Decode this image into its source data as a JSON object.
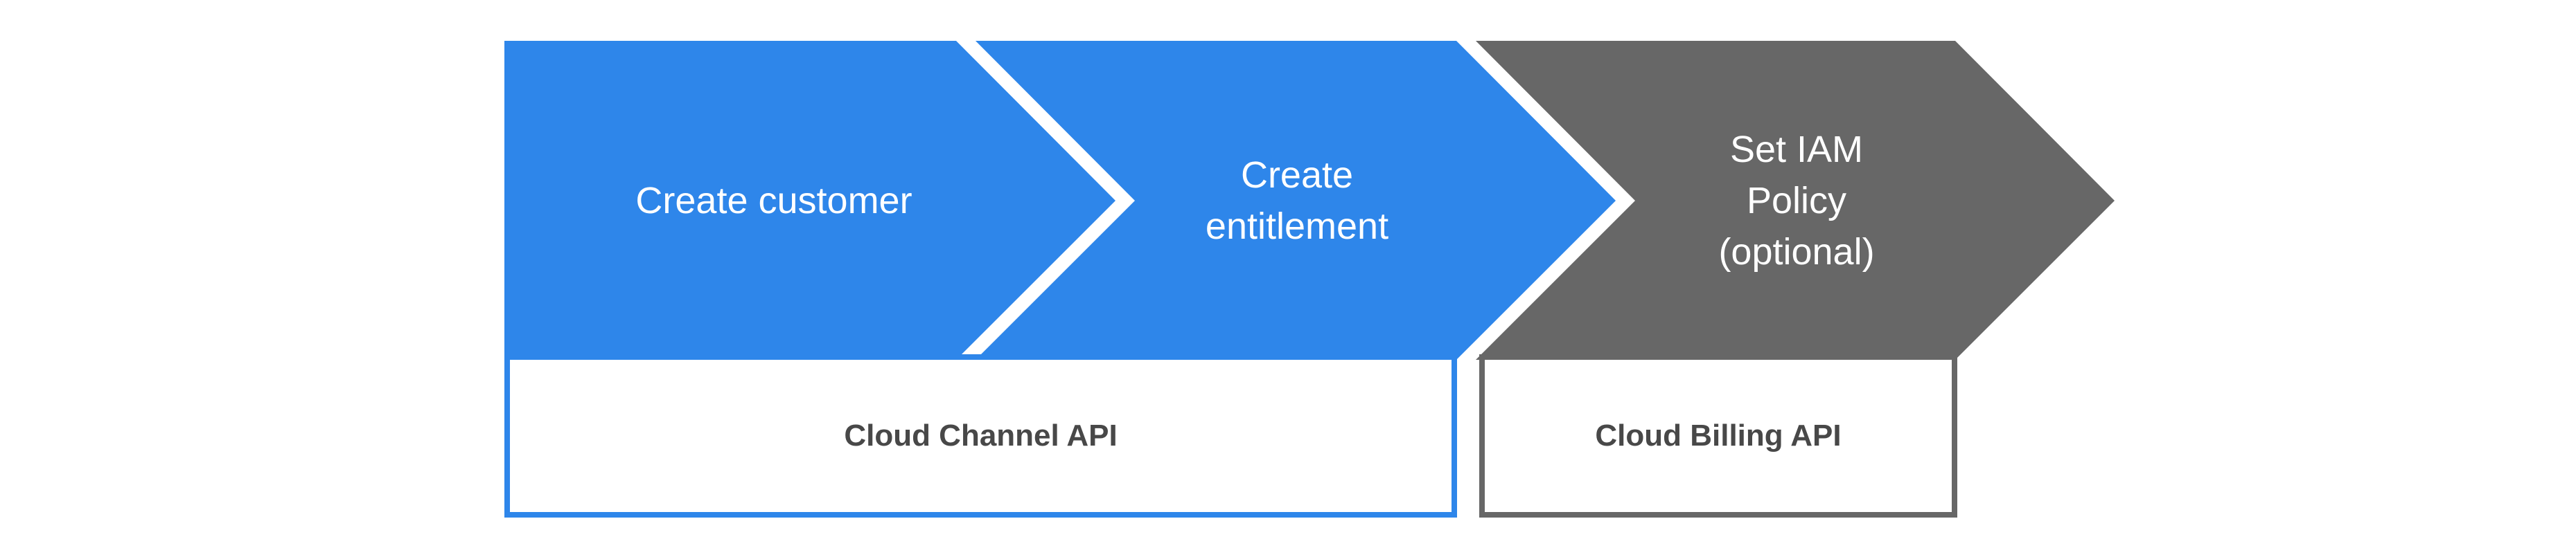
{
  "diagram": {
    "colors": {
      "step_blue": "#2e86ea",
      "step_gray": "#676767",
      "step_text": "#ffffff",
      "api_box_fill": "#ffffff",
      "api_label_text": "#484848"
    },
    "steps": [
      {
        "id": "create-customer",
        "color": "#2e86ea",
        "lines": [
          "Create customer"
        ]
      },
      {
        "id": "create-entitlement",
        "color": "#2e86ea",
        "lines": [
          "Create",
          "entitlement"
        ]
      },
      {
        "id": "set-iam-policy",
        "color": "#676767",
        "lines": [
          "Set IAM",
          "Policy",
          "(optional)"
        ]
      }
    ],
    "api_boxes": [
      {
        "id": "cloud-channel-api",
        "label": "Cloud Channel API",
        "border_color": "#2e86ea",
        "covers_steps": [
          "create-customer",
          "create-entitlement"
        ]
      },
      {
        "id": "cloud-billing-api",
        "label": "Cloud Billing API",
        "border_color": "#676767",
        "covers_steps": [
          "set-iam-policy"
        ]
      }
    ]
  }
}
